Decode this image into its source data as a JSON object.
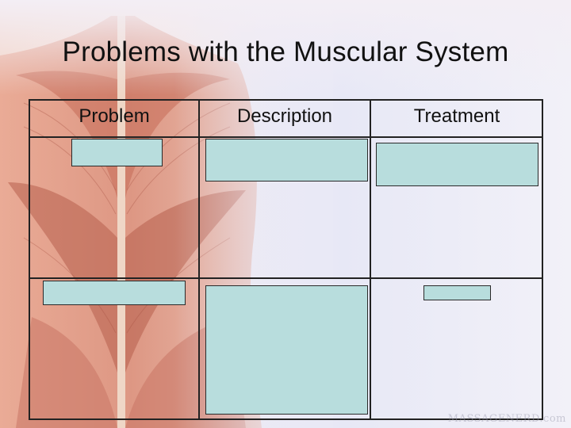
{
  "slide": {
    "title": "Problems with the Muscular System",
    "watermark": "MASSAGENERD.com"
  },
  "table": {
    "columns": [
      {
        "header": "Problem"
      },
      {
        "header": "Description"
      },
      {
        "header": "Treatment"
      }
    ],
    "rows": [
      {
        "cells": [
          "",
          "",
          ""
        ]
      },
      {
        "cells": [
          "",
          "",
          ""
        ]
      }
    ]
  },
  "colors": {
    "cell_fill": "#b8dddd",
    "grid_line": "#222222",
    "background": "#e7e8f6"
  }
}
